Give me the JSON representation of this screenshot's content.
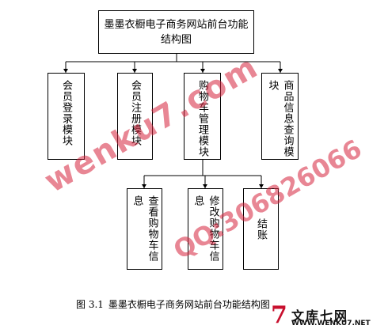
{
  "root": {
    "label": "墨墨衣橱电子商务网站前台功能结构图"
  },
  "modules": [
    {
      "label": "会员登录模块"
    },
    {
      "label": "会员注册模块"
    },
    {
      "label": "购物车管理模块"
    },
    {
      "label": "商品信息查询模块"
    }
  ],
  "submodules": [
    {
      "label": "查看购物车信息"
    },
    {
      "label": "修改购物车信息"
    },
    {
      "label": "结账"
    }
  ],
  "caption": {
    "number": "图 3.1",
    "text": "墨墨衣橱电子商务网站前台功能结构图"
  },
  "watermark": {
    "text": "wenku7.com",
    "qq": "QQ:306826066"
  },
  "logo": {
    "mark": "7",
    "name": "文库七网",
    "url": "WWW.WENKU7.NET"
  }
}
